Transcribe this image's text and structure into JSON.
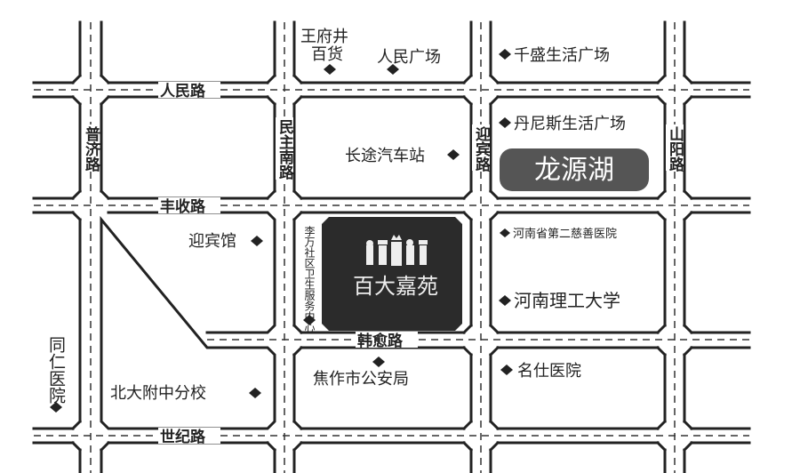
{
  "roads": {
    "renmin": "人民路",
    "fengshou": "丰收路",
    "hanyu": "韩愈路",
    "shiji": "世纪路",
    "puji": "普济路",
    "minzhunan": "民主南路",
    "yingbin": "迎宾路",
    "shanyang": "山阳路"
  },
  "pois": {
    "wangfujing_1": "王府井",
    "wangfujing_2": "百货",
    "renmin_square": "人民广场",
    "qiansheng": "千盛生活广场",
    "danisi": "丹尼斯生活广场",
    "bus_station": "长途汽车站",
    "yingbin_hotel": "迎宾馆",
    "community_health": "李万社区卫生服务中心",
    "charity_hospital": "河南省第二慈善医院",
    "hpu": "河南理工大学",
    "tongren": "同仁医院",
    "beida_school": "北大附中分校",
    "police": "焦作市公安局",
    "mingshi": "名仕医院"
  },
  "landmark": {
    "label": "龙源湖",
    "color": "#555555"
  },
  "project": {
    "name": "百大嘉苑",
    "color": "#2b2b2b"
  },
  "colors": {
    "line": "#222222",
    "background": "#ffffff"
  }
}
